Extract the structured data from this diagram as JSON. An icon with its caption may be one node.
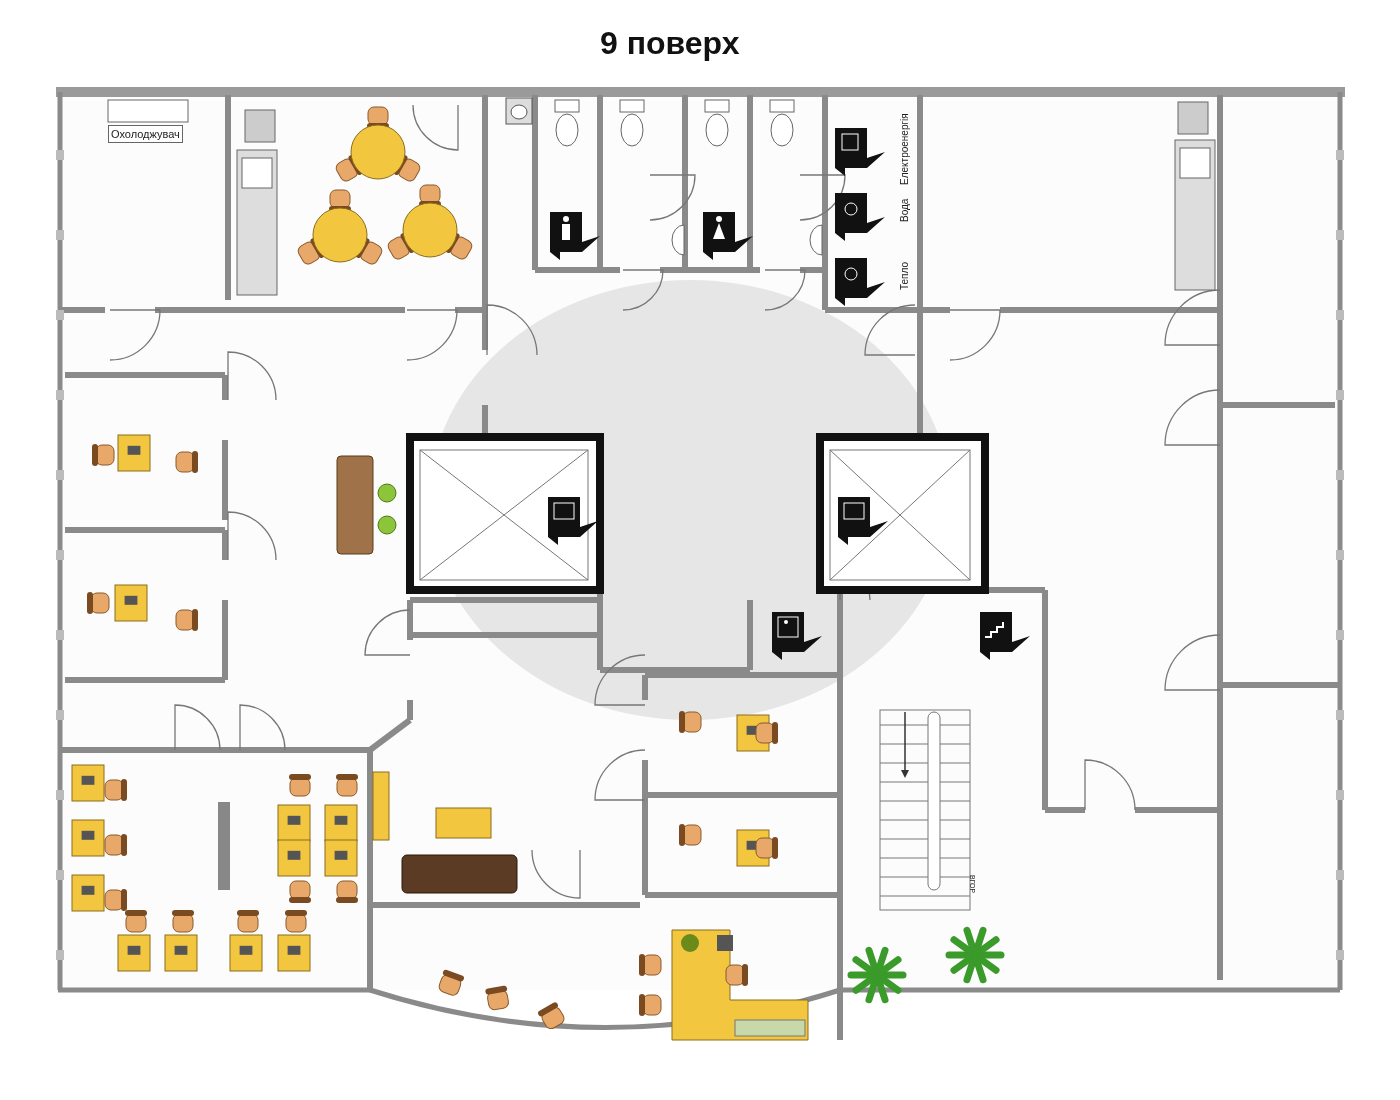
{
  "diagram": {
    "title": "9 поверх",
    "labels": [
      "Охолоджувач",
      "Електроенергія",
      "Вода",
      "Тепло",
      "ВГОР"
    ]
  }
}
